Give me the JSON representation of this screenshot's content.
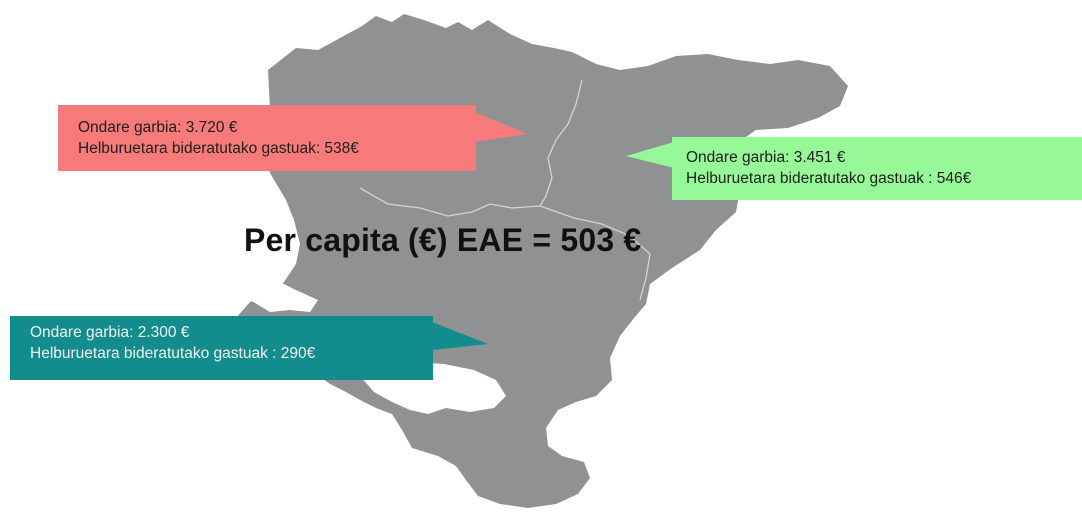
{
  "summary": {
    "per_capita_label": "Per capita (€) EAE = 503 €"
  },
  "callouts": [
    {
      "id": "bizkaia",
      "net_worth": "Ondare garbia: 3.720 €",
      "expenses": "Helburuetara bideratutako gastuak: 538€",
      "color": "#f77a7a"
    },
    {
      "id": "gipuzkoa",
      "net_worth": "Ondare garbia: 3.451 €",
      "expenses": "Helburuetara bideratutako gastuak : 546€",
      "color": "#97f897"
    },
    {
      "id": "araba",
      "net_worth": "Ondare garbia: 2.300 €",
      "expenses": "Helburuetara bideratutako gastuak : 290€",
      "color": "#128c8c"
    }
  ],
  "map": {
    "fill_color": "#909193",
    "border_color": "#d2d3d5"
  }
}
